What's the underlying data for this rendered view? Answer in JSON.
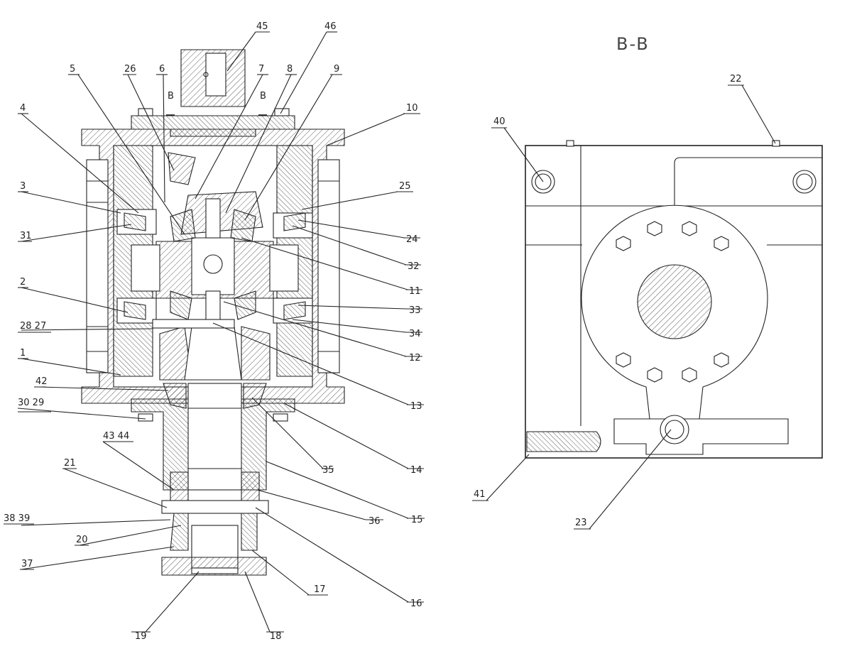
{
  "section_title": "B-B",
  "section_mark": "B",
  "callouts_main": [
    {
      "id": "c45",
      "text": "45"
    },
    {
      "id": "c46",
      "text": "46"
    },
    {
      "id": "c5",
      "text": "5"
    },
    {
      "id": "c26",
      "text": "26"
    },
    {
      "id": "c6",
      "text": "6"
    },
    {
      "id": "c7",
      "text": "7"
    },
    {
      "id": "c8",
      "text": "8"
    },
    {
      "id": "c9",
      "text": "9"
    },
    {
      "id": "c10",
      "text": "10"
    },
    {
      "id": "c4",
      "text": "4"
    },
    {
      "id": "c25",
      "text": "25"
    },
    {
      "id": "c3",
      "text": "3"
    },
    {
      "id": "c24",
      "text": "24"
    },
    {
      "id": "c31",
      "text": "31"
    },
    {
      "id": "c32",
      "text": "32"
    },
    {
      "id": "c11",
      "text": "11"
    },
    {
      "id": "c2",
      "text": "2"
    },
    {
      "id": "c33",
      "text": "33"
    },
    {
      "id": "c2827",
      "text": "28 27"
    },
    {
      "id": "c34",
      "text": "34"
    },
    {
      "id": "c12",
      "text": "12"
    },
    {
      "id": "c1",
      "text": "1"
    },
    {
      "id": "c42",
      "text": "42"
    },
    {
      "id": "c13",
      "text": "13"
    },
    {
      "id": "c3029",
      "text": "30 29"
    },
    {
      "id": "c14",
      "text": "14"
    },
    {
      "id": "c4344",
      "text": "43 44"
    },
    {
      "id": "c35",
      "text": "35"
    },
    {
      "id": "c21",
      "text": "21"
    },
    {
      "id": "c15",
      "text": "15"
    },
    {
      "id": "c36",
      "text": "36"
    },
    {
      "id": "c3839",
      "text": "38 39"
    },
    {
      "id": "c20",
      "text": "20"
    },
    {
      "id": "c37",
      "text": "37"
    },
    {
      "id": "c17",
      "text": "17"
    },
    {
      "id": "c16",
      "text": "16"
    },
    {
      "id": "c19",
      "text": "19"
    },
    {
      "id": "c18",
      "text": "18"
    }
  ],
  "callouts_section": [
    {
      "id": "c22",
      "text": "22"
    },
    {
      "id": "c40",
      "text": "40"
    },
    {
      "id": "c41",
      "text": "41"
    },
    {
      "id": "c23",
      "text": "23"
    }
  ]
}
